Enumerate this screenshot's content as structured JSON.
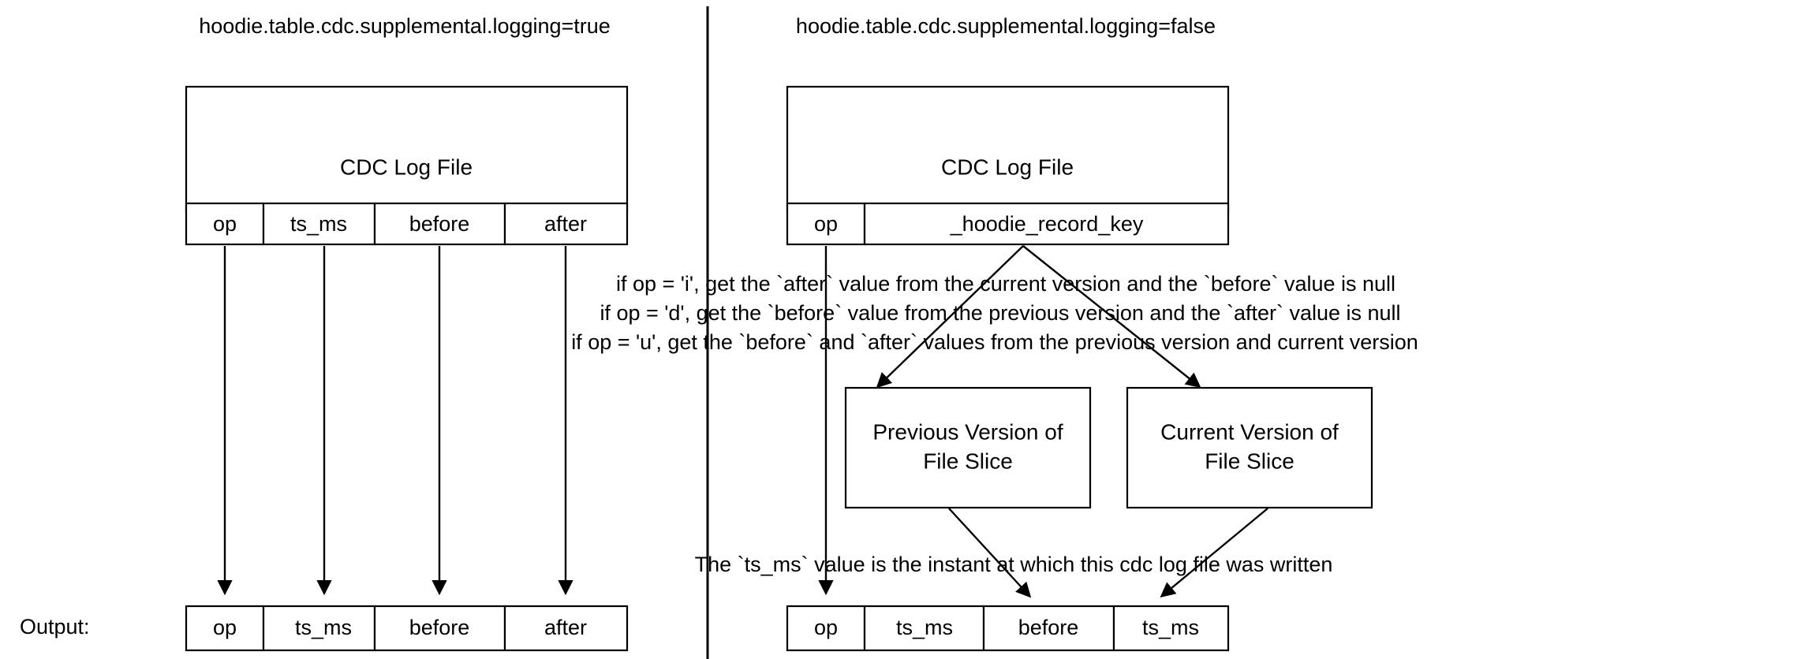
{
  "panels": [
    {
      "id": "left",
      "title": "hoodie.table.cdc.supplemental.logging=true",
      "source_box": {
        "label": "CDC Log File",
        "columns": [
          "op",
          "ts_ms",
          "before",
          "after"
        ]
      },
      "output": {
        "label": "Output:",
        "columns": [
          "op",
          "ts_ms",
          "before",
          "after"
        ]
      }
    },
    {
      "id": "right",
      "title": "hoodie.table.cdc.supplemental.logging=false",
      "source_box": {
        "label": "CDC Log File",
        "columns": [
          "op",
          "_hoodie_record_key"
        ]
      },
      "rules": [
        "if op = 'i', get the `after` value from the current version and the `before` value is null",
        "if op = 'd', get the `before` value from the previous version  and the `after` value is null",
        "if op = 'u', get the `before` and `after` values from the previous version and current version"
      ],
      "version_boxes": [
        {
          "line1": "Previous Version of",
          "line2": "File Slice"
        },
        {
          "line1": "Current Version of",
          "line2": "File Slice"
        }
      ],
      "note": "The `ts_ms` value is the instant at which this cdc log file was written",
      "output": {
        "columns": [
          "op",
          "ts_ms",
          "before",
          "ts_ms"
        ]
      }
    }
  ],
  "colors": {
    "stroke": "#000000",
    "fill": "#ffffff",
    "text": "#000000"
  }
}
